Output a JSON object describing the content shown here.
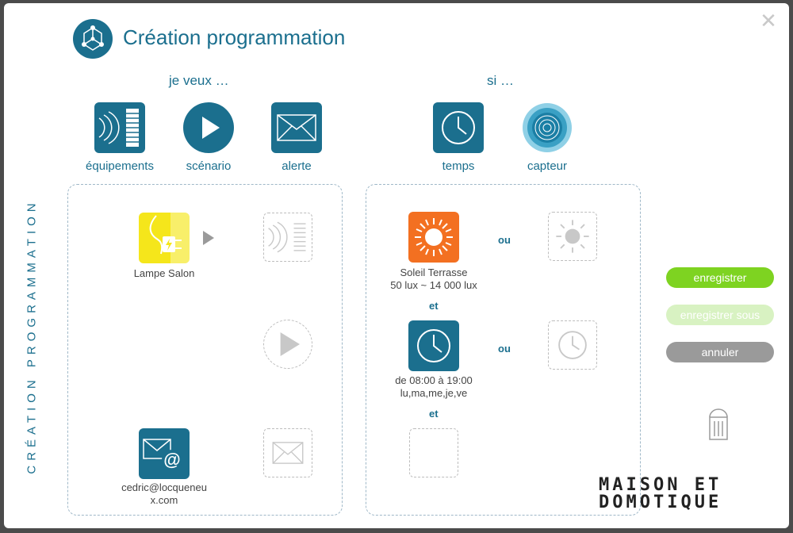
{
  "dialog": {
    "title": "Création programmation",
    "vertical_label": "CRÉATION PROGRAMMATION",
    "close_icon": "close-icon"
  },
  "actions": {
    "title": "je veux …",
    "categories": [
      {
        "label": "équipements",
        "icon": "equipment-icon"
      },
      {
        "label": "scénario",
        "icon": "play-icon"
      },
      {
        "label": "alerte",
        "icon": "envelope-icon"
      }
    ],
    "equipment": {
      "label": "Lampe Salon",
      "icon": "plug-icon",
      "color": "#f5e61b"
    },
    "alert": {
      "label": "cedric@locqueneux.com",
      "label_line1": "cedric@locqueneu",
      "label_line2": "x.com",
      "icon": "email-at-icon"
    }
  },
  "conditions": {
    "title": "si …",
    "categories": [
      {
        "label": "temps",
        "icon": "clock-icon"
      },
      {
        "label": "capteur",
        "icon": "sensor-icon"
      }
    ],
    "sensor": {
      "name": "Soleil Terrasse",
      "range": "50 lux ~ 14 000 lux",
      "icon": "sun-icon",
      "color": "#f37021"
    },
    "time": {
      "hours": "de 08:00 à 19:00",
      "days": "lu,ma,me,je,ve",
      "icon": "clock-icon"
    },
    "or_label": "ou",
    "and_label": "et"
  },
  "buttons": {
    "save": "enregistrer",
    "save_as": "enregistrer sous",
    "cancel": "annuler"
  },
  "brand": {
    "line1": "MAISON ET",
    "line2": "DOMOTIQUE"
  },
  "colors": {
    "primary": "#1b6f8e",
    "green": "#7ed321",
    "grey": "#9a9a9a"
  }
}
